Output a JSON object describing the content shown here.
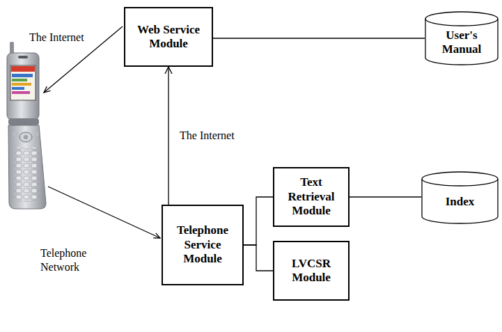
{
  "diagram": {
    "nodes": [
      {
        "text": [
          "Web Service Module"
        ]
      },
      {
        "text": [
          "User's Manual"
        ]
      },
      {
        "text": [
          "Telephone Service Module"
        ]
      },
      {
        "text": [
          "Text Retrieval Module"
        ]
      },
      {
        "text": [
          "Index"
        ]
      },
      {
        "text": [
          "LVCSR Module"
        ]
      }
    ],
    "edges": [
      {
        "from": 0,
        "to": 1,
        "arrow": "none"
      },
      {
        "from": 2,
        "to": 0,
        "label": "The Internet",
        "arrow": "to"
      },
      {
        "from": 2,
        "to": 3,
        "arrow": "none"
      },
      {
        "from": 2,
        "to": 5,
        "arrow": "none"
      },
      {
        "from": 3,
        "to": 4,
        "arrow": "none"
      }
    ],
    "labels": [
      "The Internet",
      "Telephone Network"
    ]
  }
}
